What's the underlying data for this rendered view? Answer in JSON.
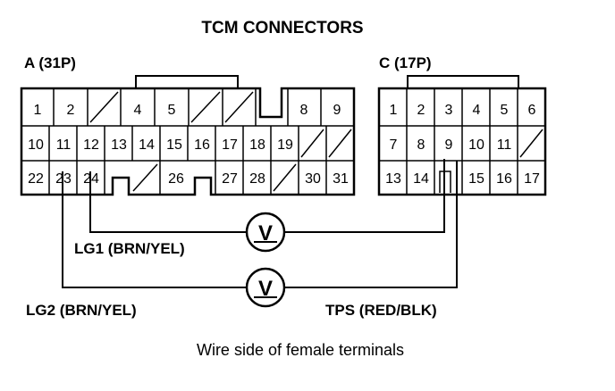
{
  "title": "TCM CONNECTORS",
  "connector_a": {
    "label": "A (31P)",
    "rows": [
      [
        "1",
        "2",
        "",
        "4",
        "5",
        "",
        "",
        "",
        "8",
        "9"
      ],
      [
        "10",
        "11",
        "12",
        "13",
        "14",
        "15",
        "16",
        "17",
        "18",
        "19",
        "",
        ""
      ],
      [
        "22",
        "23",
        "24",
        "",
        "",
        "26",
        "",
        "27",
        "28",
        "",
        "30",
        "31"
      ]
    ]
  },
  "connector_c": {
    "label": "C (17P)",
    "rows": [
      [
        "1",
        "2",
        "3",
        "4",
        "5",
        "6"
      ],
      [
        "7",
        "8",
        "9",
        "10",
        "11",
        ""
      ],
      [
        "13",
        "14",
        "",
        "15",
        "16",
        "17"
      ]
    ]
  },
  "wires": {
    "lg1": "LG1 (BRN/YEL)",
    "lg2": "LG2 (BRN/YEL)",
    "tps": "TPS (RED/BLK)"
  },
  "meter_symbol": "V",
  "caption": "Wire side of female terminals",
  "colors": {
    "ink": "#000000",
    "background": "#ffffff"
  }
}
